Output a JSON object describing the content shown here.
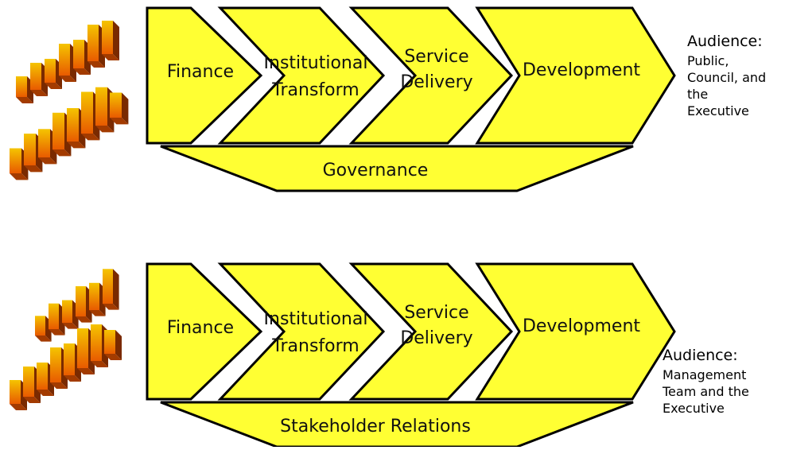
{
  "diagrams": [
    {
      "stages": [
        {
          "lines": [
            "Finance"
          ]
        },
        {
          "lines": [
            "Institutional",
            "Transform"
          ]
        },
        {
          "lines": [
            "Service",
            "Delivery"
          ]
        },
        {
          "lines": [
            "Development"
          ]
        }
      ],
      "base_label": "Governance",
      "audience_heading": "Audience:",
      "audience_lines": [
        "Public,",
        "Council, and",
        "the",
        "Executive"
      ]
    },
    {
      "stages": [
        {
          "lines": [
            "Finance"
          ]
        },
        {
          "lines": [
            "Institutional",
            "Transform"
          ]
        },
        {
          "lines": [
            "Service",
            "Delivery"
          ]
        },
        {
          "lines": [
            "Development"
          ]
        }
      ],
      "base_label": "Stakeholder Relations",
      "audience_heading": "Audience:",
      "audience_lines": [
        "Management",
        "Team and the",
        "Executive"
      ]
    }
  ],
  "colors": {
    "chevron_fill": "#ffff33",
    "outline": "#000000",
    "bar_top": "#f5c400",
    "bar_bottom": "#e85a00",
    "bar_shadow": "#7a2a00"
  }
}
